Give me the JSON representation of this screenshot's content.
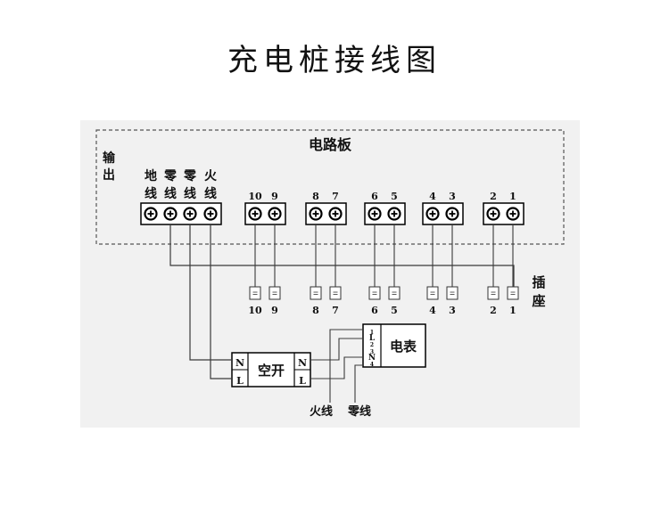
{
  "title": "充电桩接线图",
  "board": {
    "label": "电路板",
    "output_label": [
      "输",
      "出"
    ],
    "main_terminals": [
      {
        "label": [
          "地",
          "线"
        ]
      },
      {
        "label": [
          "零",
          "线"
        ]
      },
      {
        "label": [
          "零",
          "线"
        ]
      },
      {
        "label": [
          "火",
          "线"
        ]
      }
    ],
    "terminal_groups": [
      {
        "numbers": [
          "10",
          "9"
        ]
      },
      {
        "numbers": [
          "8",
          "7"
        ]
      },
      {
        "numbers": [
          "6",
          "5"
        ]
      },
      {
        "numbers": [
          "4",
          "3"
        ]
      },
      {
        "numbers": [
          "2",
          "1"
        ]
      }
    ]
  },
  "socket": {
    "label": [
      "插",
      "座"
    ],
    "numbers": [
      "10",
      "9",
      "8",
      "7",
      "6",
      "5",
      "4",
      "3",
      "2",
      "1"
    ]
  },
  "breaker": {
    "label": "空开",
    "poles": [
      "N",
      "L"
    ]
  },
  "meter": {
    "label": "电表",
    "pins": [
      "1",
      "L",
      "2",
      "3",
      "N",
      "4"
    ]
  },
  "supply": {
    "live": "火线",
    "neutral": "零线"
  }
}
